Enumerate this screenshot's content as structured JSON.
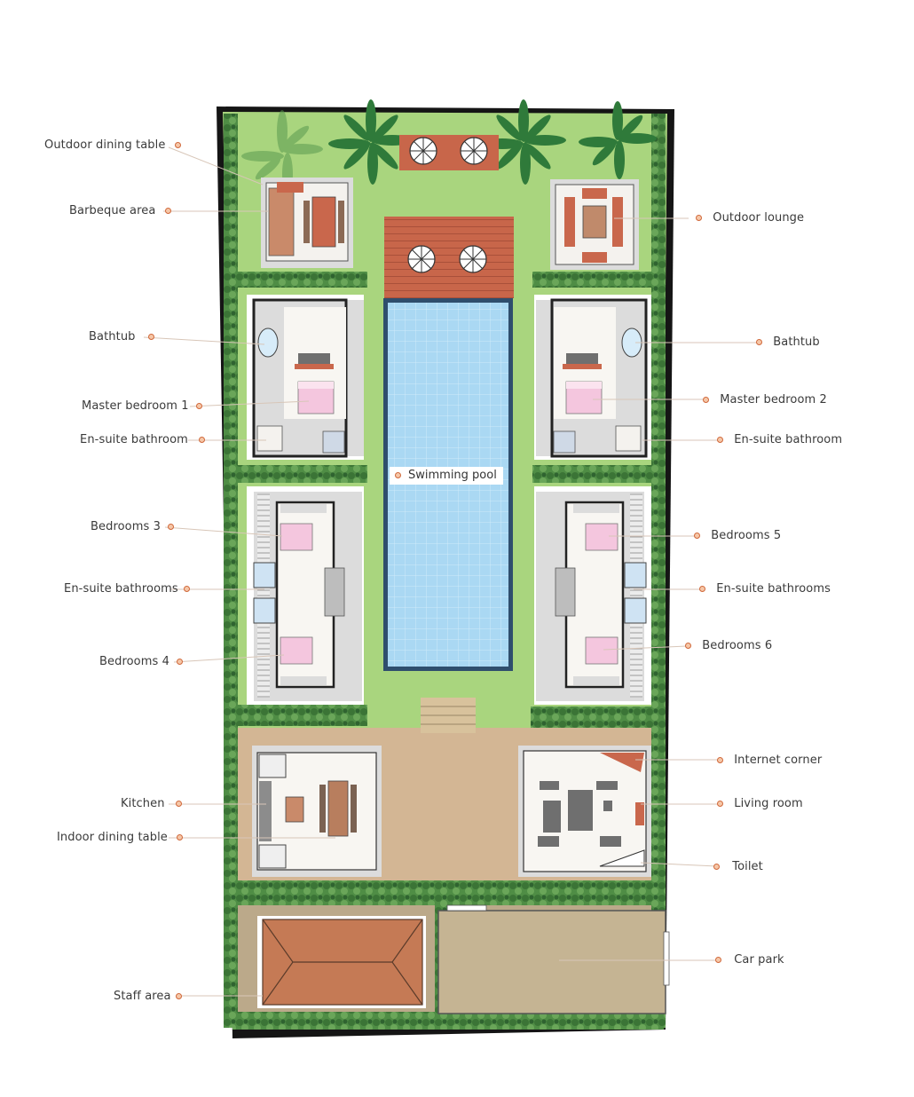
{
  "labels": {
    "outdoor_dining_table": "Outdoor dining table",
    "barbeque_area": "Barbeque area",
    "outdoor_lounge": "Outdoor lounge",
    "bathtub_left": "Bathtub",
    "bathtub_right": "Bathtub",
    "master_bedroom_1": "Master bedroom 1",
    "master_bedroom_2": "Master bedroom 2",
    "ensuite_bathroom_left": "En-suite bathroom",
    "ensuite_bathroom_right": "En-suite bathroom",
    "swimming_pool": "Swimming pool",
    "bedrooms_3": "Bedrooms 3",
    "bedrooms_4": "Bedrooms 4",
    "bedrooms_5": "Bedrooms 5",
    "bedrooms_6": "Bedrooms 6",
    "ensuite_bathrooms_left": "En-suite bathrooms",
    "ensuite_bathrooms_right": "En-suite bathrooms",
    "kitchen": "Kitchen",
    "indoor_dining_table": "Indoor dining table",
    "internet_corner": "Internet corner",
    "living_room": "Living room",
    "toilet": "Toilet",
    "staff_area": "Staff area",
    "car_park": "Car park"
  },
  "colors": {
    "lawn": "#a9d57e",
    "hedge": "#3f7a3a",
    "pool": "#a8d6f2",
    "deck": "#c9674c",
    "sand": "#d2b593",
    "roof": "#c57a55",
    "room_floor": "#ffffff",
    "paving": "#dcdcdc",
    "wall": "#1e1e1e",
    "label_dot": "#d0683a"
  }
}
